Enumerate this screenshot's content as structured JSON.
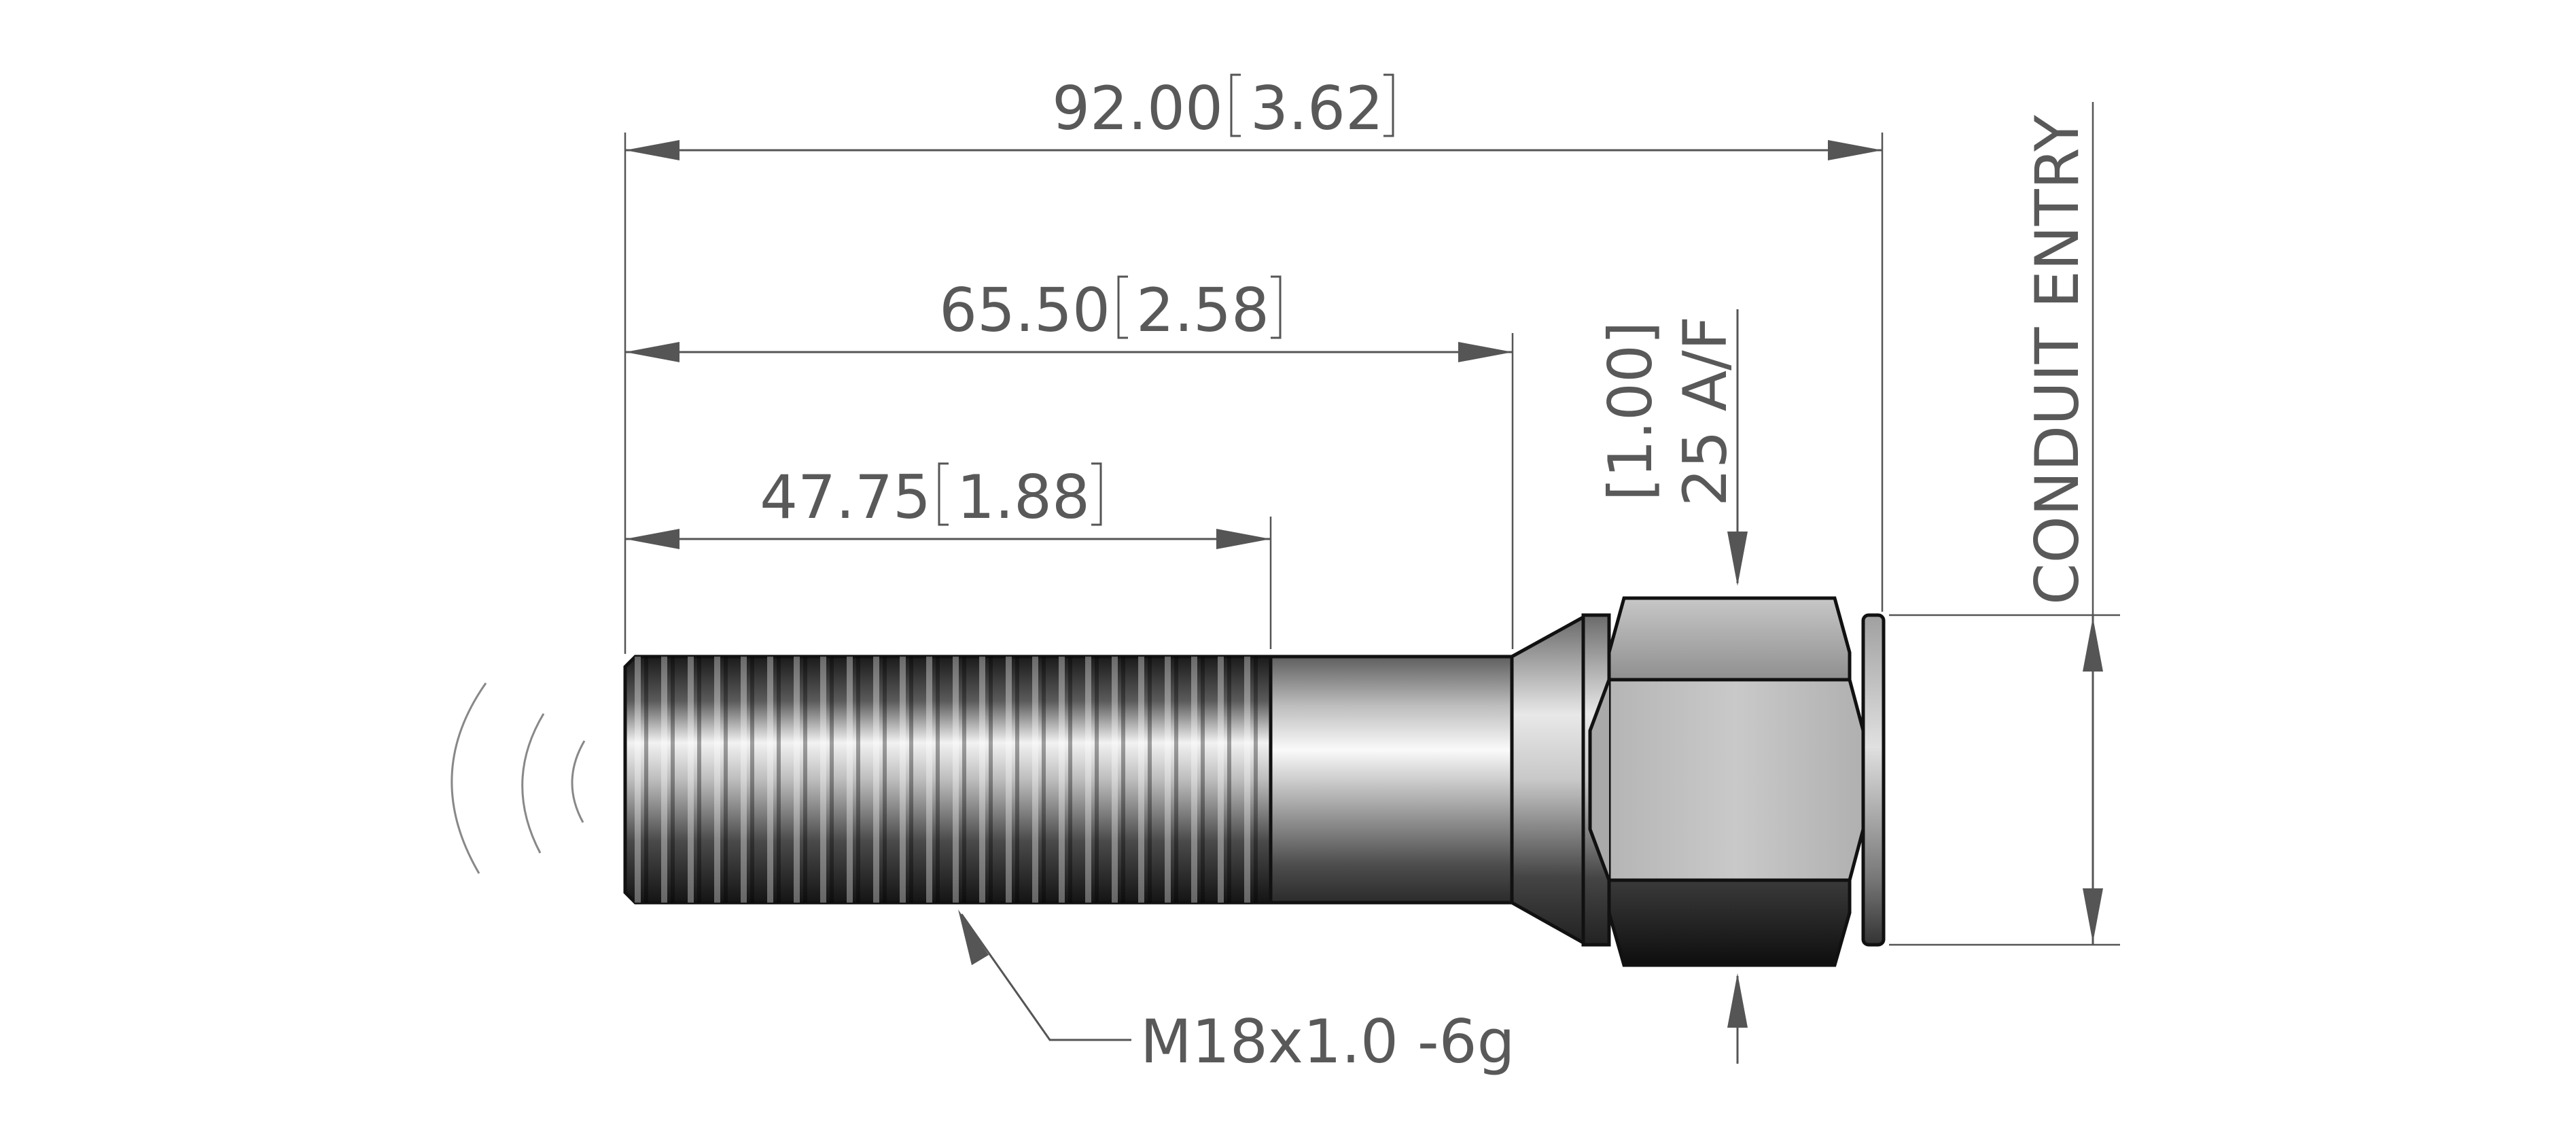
{
  "dimensions": {
    "overall": {
      "metric": "92.00",
      "imperial": "3.62"
    },
    "to_hex": {
      "metric": "65.50",
      "imperial": "2.58"
    },
    "thread_length": {
      "metric": "47.75",
      "imperial": "1.88"
    },
    "hex_size": {
      "metric": "25 A/F",
      "imperial": "[1.00]"
    }
  },
  "labels": {
    "thread_callout": "M18x1.0 -6g",
    "conduit_entry": "CONDUIT ENTRY"
  },
  "colors": {
    "line": "#555555",
    "text": "#595959",
    "outline": "#111111"
  }
}
